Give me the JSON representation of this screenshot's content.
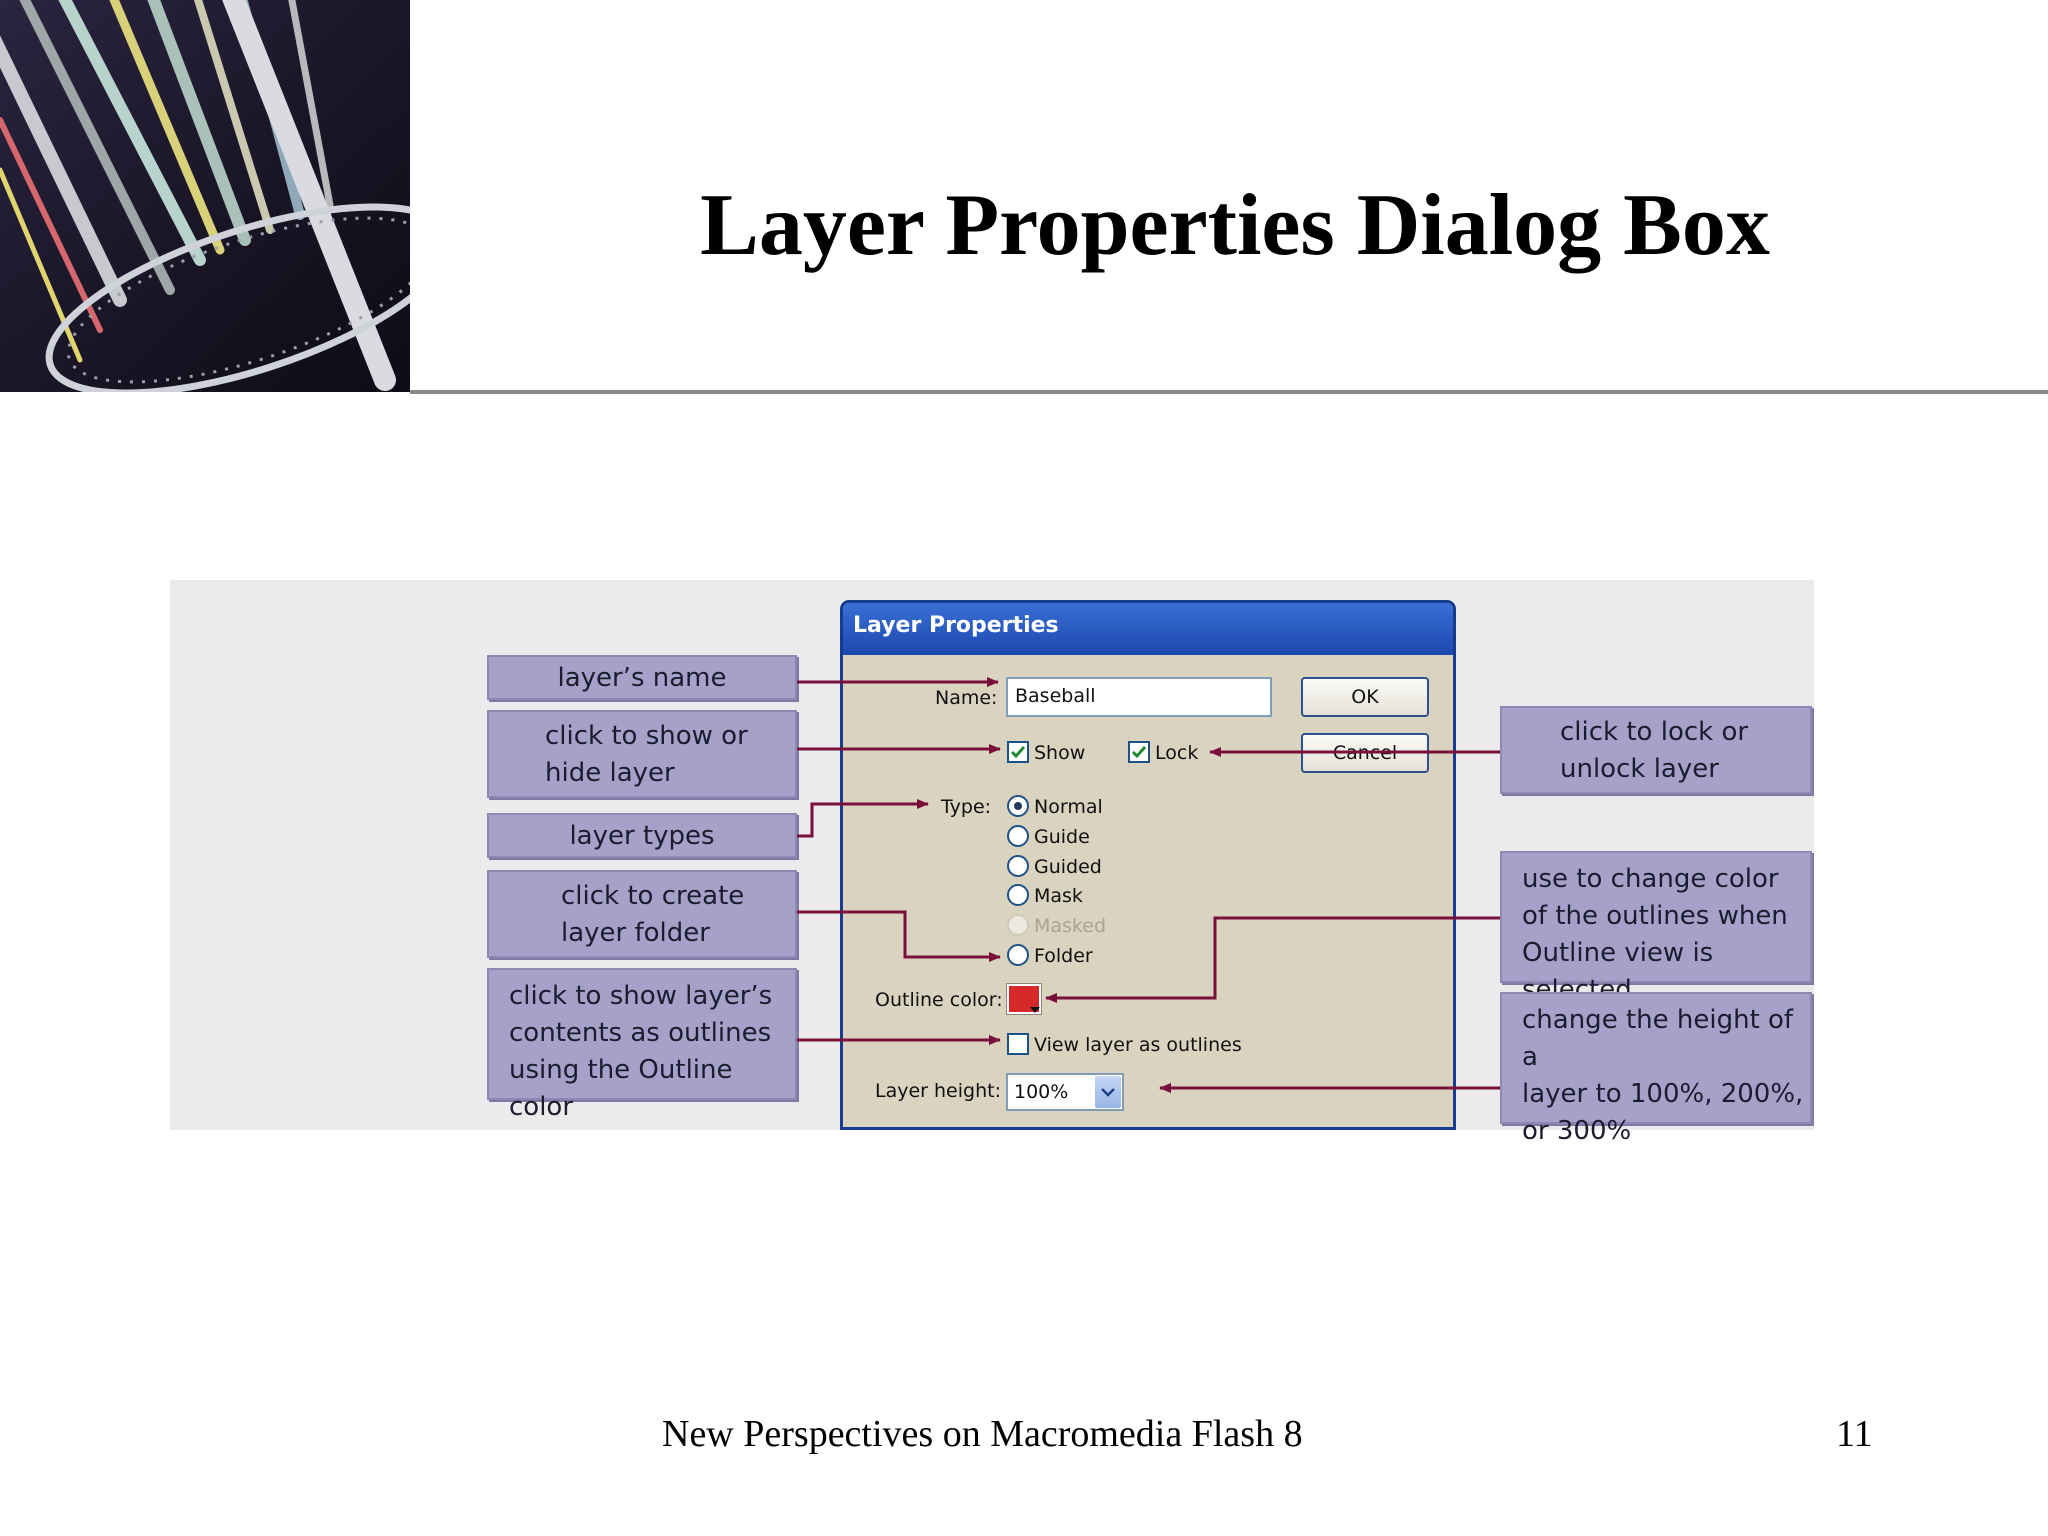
{
  "slide": {
    "title": "Layer Properties Dialog Box",
    "footer_text": "New Perspectives on Macromedia Flash 8",
    "page_number": "11"
  },
  "dialog": {
    "title": "Layer Properties",
    "name_label": "Name:",
    "name_value": "Baseball",
    "ok_label": "OK",
    "cancel_label": "Cancel",
    "show_label": "Show",
    "show_checked": true,
    "lock_label": "Lock",
    "lock_checked": true,
    "type_label": "Type:",
    "types": [
      {
        "label": "Normal",
        "selected": true,
        "disabled": false
      },
      {
        "label": "Guide",
        "selected": false,
        "disabled": false
      },
      {
        "label": "Guided",
        "selected": false,
        "disabled": false
      },
      {
        "label": "Mask",
        "selected": false,
        "disabled": false
      },
      {
        "label": "Masked",
        "selected": false,
        "disabled": true
      },
      {
        "label": "Folder",
        "selected": false,
        "disabled": false
      }
    ],
    "outline_color_label": "Outline color:",
    "outline_color": "#d62a2a",
    "view_outlines_label": "View layer as outlines",
    "view_outlines_checked": false,
    "layer_height_label": "Layer height:",
    "layer_height_value": "100%"
  },
  "callouts": {
    "layer_name": "layer’s name",
    "show_hide": "click to show or\nhide layer",
    "layer_types": "layer types",
    "create_folder": "click to create\nlayer folder",
    "show_outlines": "click to show layer’s\ncontents as outlines\nusing the Outline color",
    "lock_unlock": "click to lock or\nunlock layer",
    "outline_color": "use to change color\nof the outlines when\nOutline view is selected",
    "layer_height": "change the height of a\nlayer to 100%, 200%,\nor 300%"
  },
  "colors": {
    "callout_fill": "#a6a1c8",
    "arrow": "#7a0f3c",
    "dialog_title_bar": "#1b49b0",
    "dialog_body": "#d9d3bf"
  }
}
